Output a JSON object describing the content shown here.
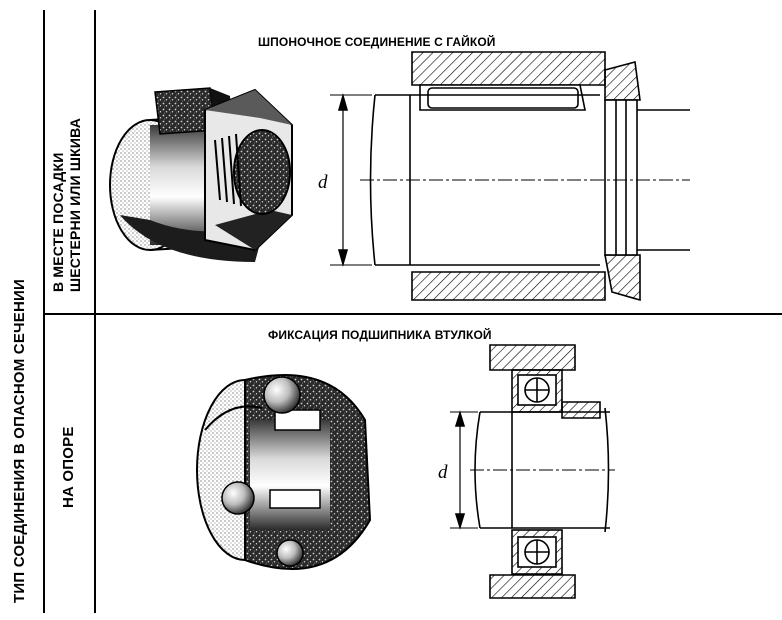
{
  "left_header": {
    "main": "ТИП СОЕДИНЕНИЯ В ОПАСНОМ СЕЧЕНИИ",
    "row1_line1": "В МЕСТЕ ПОСАДКИ",
    "row1_line2": "ШЕСТЕРНИ ИЛИ ШКИВА",
    "row2": "НА ОПОРЕ"
  },
  "sections": {
    "top_title": "ШПОНОЧНОЕ СОЕДИНЕНИЕ С ГАЙКОЙ",
    "bottom_title": "ФИКСАЦИЯ ПОДШИПНИКА ВТУЛКОЙ"
  },
  "dimensions": {
    "top_d": "d",
    "bottom_d": "d"
  }
}
